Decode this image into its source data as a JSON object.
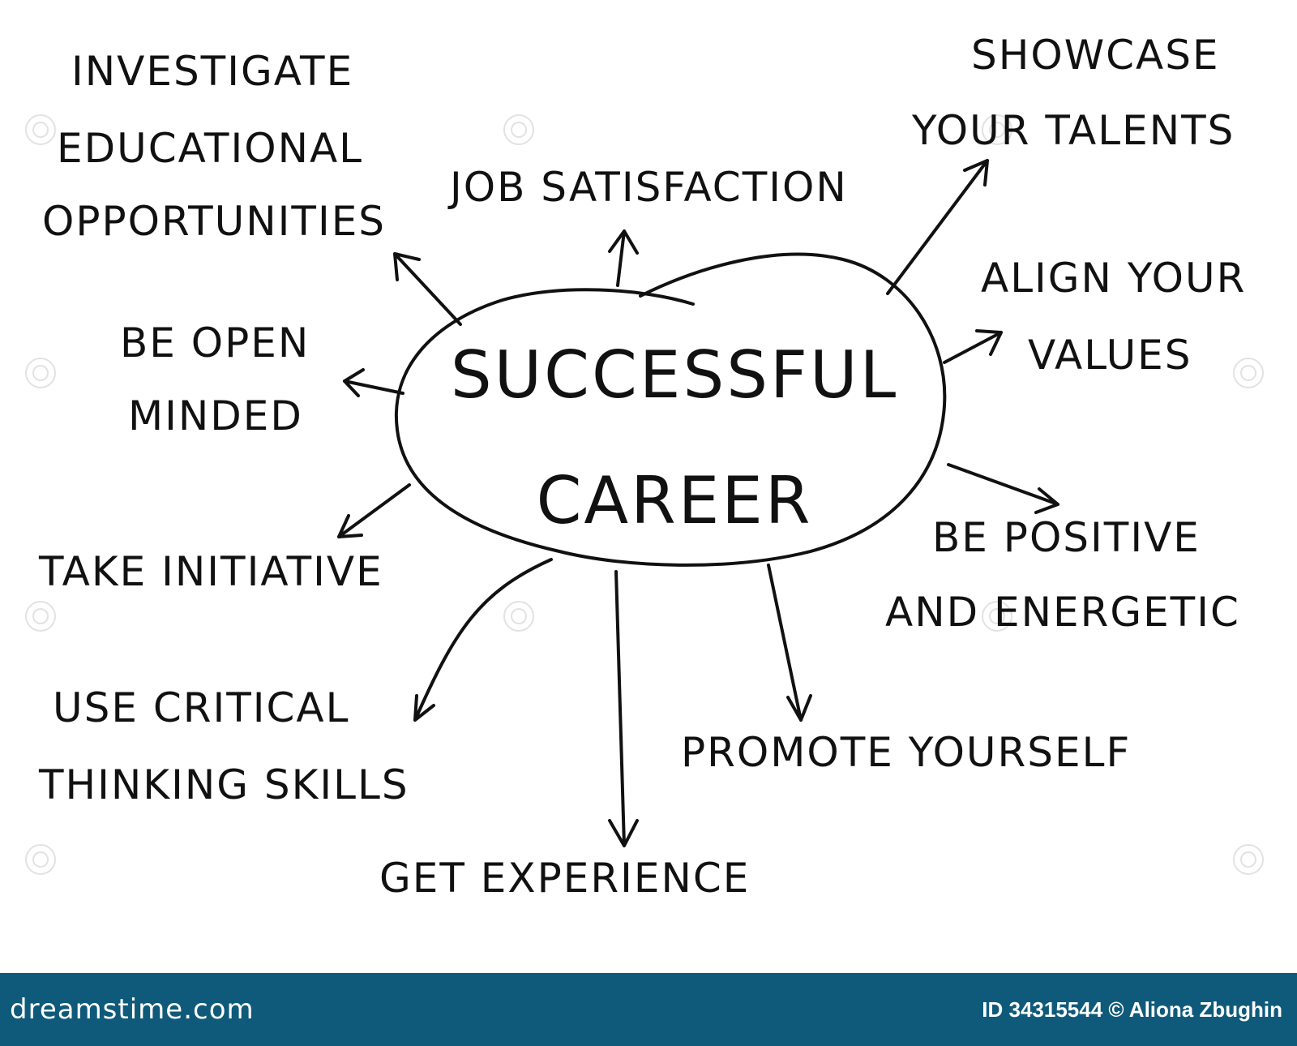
{
  "diagram": {
    "center": [
      "SUCCESSFUL",
      "CAREER"
    ],
    "nodes": {
      "investigate": [
        "INVESTIGATE",
        "EDUCATIONAL",
        "OPPORTUNITIES"
      ],
      "job_satisfaction": [
        "JOB SATISFACTION"
      ],
      "showcase": [
        "SHOWCASE",
        "YOUR TALENTS"
      ],
      "align": [
        "ALIGN YOUR",
        "VALUES"
      ],
      "open_minded": [
        "BE OPEN",
        "MINDED"
      ],
      "initiative": [
        "TAKE INITIATIVE"
      ],
      "positive": [
        "BE POSITIVE",
        "AND ENERGETIC"
      ],
      "critical": [
        "USE CRITICAL",
        "THINKING SKILLS"
      ],
      "promote": [
        "PROMOTE YOURSELF"
      ],
      "experience": [
        "GET EXPERIENCE"
      ]
    }
  },
  "footer": {
    "logo": "dreamstime.com",
    "credit": "ID 34315544 © Aliona Zbughin"
  }
}
